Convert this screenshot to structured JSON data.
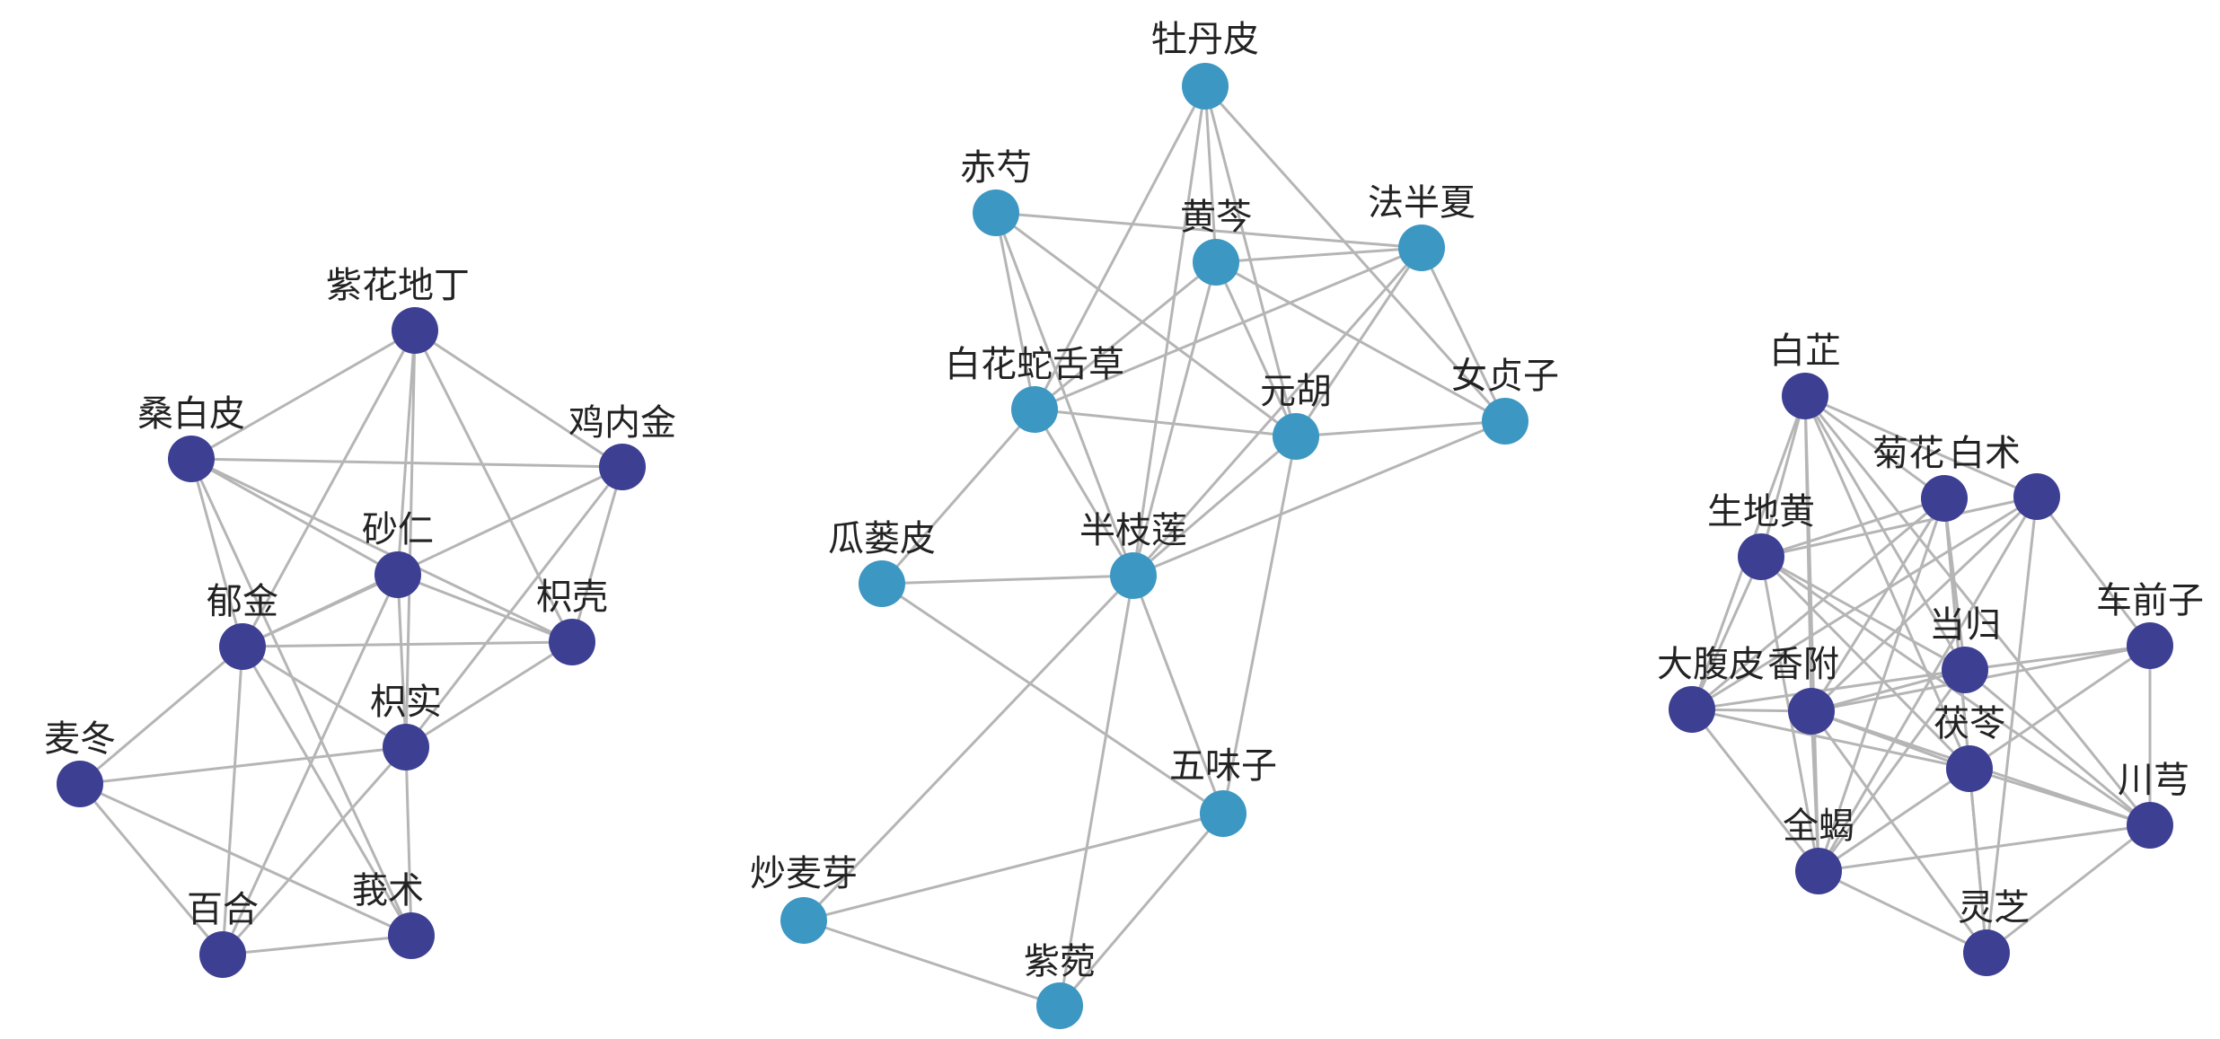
{
  "colors": {
    "cluster_dark": "#3d3f93",
    "cluster_teal": "#3c97c2",
    "edge": "#b5b5b5",
    "background": "#ffffff"
  },
  "clusters": [
    {
      "id": "left",
      "color": "#3d3f93",
      "nodes": [
        {
          "id": "紫花地丁",
          "label": "紫花地丁"
        },
        {
          "id": "桑白皮",
          "label": "桑白皮"
        },
        {
          "id": "鸡内金",
          "label": "鸡内金"
        },
        {
          "id": "砂仁",
          "label": "砂仁"
        },
        {
          "id": "郁金",
          "label": "郁金"
        },
        {
          "id": "枳壳",
          "label": "枳壳"
        },
        {
          "id": "枳实",
          "label": "枳实"
        },
        {
          "id": "麦冬",
          "label": "麦冬"
        },
        {
          "id": "百合",
          "label": "百合"
        },
        {
          "id": "莪术",
          "label": "莪术"
        }
      ],
      "edges": [
        [
          "紫花地丁",
          "桑白皮"
        ],
        [
          "紫花地丁",
          "鸡内金"
        ],
        [
          "紫花地丁",
          "砂仁"
        ],
        [
          "紫花地丁",
          "郁金"
        ],
        [
          "紫花地丁",
          "枳壳"
        ],
        [
          "紫花地丁",
          "枳实"
        ],
        [
          "桑白皮",
          "鸡内金"
        ],
        [
          "桑白皮",
          "郁金"
        ],
        [
          "桑白皮",
          "砂仁"
        ],
        [
          "桑白皮",
          "枳壳"
        ],
        [
          "桑白皮",
          "莪术"
        ],
        [
          "鸡内金",
          "郁金"
        ],
        [
          "鸡内金",
          "枳实"
        ],
        [
          "鸡内金",
          "枳壳"
        ],
        [
          "砂仁",
          "郁金"
        ],
        [
          "砂仁",
          "枳壳"
        ],
        [
          "砂仁",
          "枳实"
        ],
        [
          "砂仁",
          "百合"
        ],
        [
          "郁金",
          "枳壳"
        ],
        [
          "郁金",
          "麦冬"
        ],
        [
          "郁金",
          "百合"
        ],
        [
          "郁金",
          "莪术"
        ],
        [
          "郁金",
          "枳实"
        ],
        [
          "枳实",
          "麦冬"
        ],
        [
          "枳实",
          "百合"
        ],
        [
          "枳实",
          "莪术"
        ],
        [
          "枳壳",
          "枳实"
        ],
        [
          "麦冬",
          "百合"
        ],
        [
          "麦冬",
          "莪术"
        ],
        [
          "百合",
          "莪术"
        ]
      ]
    },
    {
      "id": "middle",
      "color": "#3c97c2",
      "nodes": [
        {
          "id": "牡丹皮",
          "label": "牡丹皮"
        },
        {
          "id": "赤芍",
          "label": "赤芍"
        },
        {
          "id": "黄芩",
          "label": "黄芩"
        },
        {
          "id": "法半夏",
          "label": "法半夏"
        },
        {
          "id": "白花蛇舌草",
          "label": "白花蛇舌草"
        },
        {
          "id": "元胡",
          "label": "元胡"
        },
        {
          "id": "女贞子",
          "label": "女贞子"
        },
        {
          "id": "瓜蒌皮",
          "label": "瓜蒌皮"
        },
        {
          "id": "半枝莲",
          "label": "半枝莲"
        },
        {
          "id": "五味子",
          "label": "五味子"
        },
        {
          "id": "炒麦芽",
          "label": "炒麦芽"
        },
        {
          "id": "紫菀",
          "label": "紫菀"
        }
      ],
      "edges": [
        [
          "牡丹皮",
          "黄芩"
        ],
        [
          "牡丹皮",
          "半枝莲"
        ],
        [
          "牡丹皮",
          "元胡"
        ],
        [
          "牡丹皮",
          "女贞子"
        ],
        [
          "牡丹皮",
          "白花蛇舌草"
        ],
        [
          "赤芍",
          "法半夏"
        ],
        [
          "赤芍",
          "白花蛇舌草"
        ],
        [
          "赤芍",
          "半枝莲"
        ],
        [
          "赤芍",
          "元胡"
        ],
        [
          "黄芩",
          "法半夏"
        ],
        [
          "黄芩",
          "半枝莲"
        ],
        [
          "黄芩",
          "元胡"
        ],
        [
          "黄芩",
          "女贞子"
        ],
        [
          "黄芩",
          "白花蛇舌草"
        ],
        [
          "法半夏",
          "白花蛇舌草"
        ],
        [
          "法半夏",
          "元胡"
        ],
        [
          "法半夏",
          "半枝莲"
        ],
        [
          "法半夏",
          "女贞子"
        ],
        [
          "白花蛇舌草",
          "元胡"
        ],
        [
          "白花蛇舌草",
          "半枝莲"
        ],
        [
          "白花蛇舌草",
          "瓜蒌皮"
        ],
        [
          "元胡",
          "女贞子"
        ],
        [
          "元胡",
          "半枝莲"
        ],
        [
          "元胡",
          "五味子"
        ],
        [
          "女贞子",
          "半枝莲"
        ],
        [
          "瓜蒌皮",
          "半枝莲"
        ],
        [
          "瓜蒌皮",
          "五味子"
        ],
        [
          "半枝莲",
          "五味子"
        ],
        [
          "半枝莲",
          "炒麦芽"
        ],
        [
          "半枝莲",
          "紫菀"
        ],
        [
          "五味子",
          "炒麦芽"
        ],
        [
          "五味子",
          "紫菀"
        ],
        [
          "炒麦芽",
          "紫菀"
        ]
      ]
    },
    {
      "id": "right",
      "color": "#3d3f93",
      "nodes": [
        {
          "id": "白芷",
          "label": "白芷"
        },
        {
          "id": "菊花",
          "label": "菊花"
        },
        {
          "id": "白术",
          "label": "白术"
        },
        {
          "id": "生地黄",
          "label": "生地黄"
        },
        {
          "id": "车前子",
          "label": "车前子"
        },
        {
          "id": "当归",
          "label": "当归"
        },
        {
          "id": "大腹皮",
          "label": "大腹皮"
        },
        {
          "id": "香附",
          "label": "香附"
        },
        {
          "id": "茯苓",
          "label": "茯苓"
        },
        {
          "id": "川芎",
          "label": "川芎"
        },
        {
          "id": "全蝎",
          "label": "全蝎"
        },
        {
          "id": "灵芝",
          "label": "灵芝"
        }
      ],
      "edges": [
        [
          "白芷",
          "菊花"
        ],
        [
          "白芷",
          "白术"
        ],
        [
          "白芷",
          "生地黄"
        ],
        [
          "白芷",
          "当归"
        ],
        [
          "白芷",
          "大腹皮"
        ],
        [
          "白芷",
          "香附"
        ],
        [
          "白芷",
          "茯苓"
        ],
        [
          "白芷",
          "川芎"
        ],
        [
          "白芷",
          "全蝎"
        ],
        [
          "菊花",
          "生地黄"
        ],
        [
          "菊花",
          "当归"
        ],
        [
          "菊花",
          "大腹皮"
        ],
        [
          "菊花",
          "香附"
        ],
        [
          "菊花",
          "全蝎"
        ],
        [
          "菊花",
          "灵芝"
        ],
        [
          "菊花",
          "茯苓"
        ],
        [
          "白术",
          "车前子"
        ],
        [
          "白术",
          "生地黄"
        ],
        [
          "白术",
          "香附"
        ],
        [
          "白术",
          "全蝎"
        ],
        [
          "白术",
          "大腹皮"
        ],
        [
          "白术",
          "灵芝"
        ],
        [
          "生地黄",
          "当归"
        ],
        [
          "生地黄",
          "大腹皮"
        ],
        [
          "生地黄",
          "茯苓"
        ],
        [
          "生地黄",
          "川芎"
        ],
        [
          "生地黄",
          "全蝎"
        ],
        [
          "车前子",
          "当归"
        ],
        [
          "车前子",
          "川芎"
        ],
        [
          "车前子",
          "香附"
        ],
        [
          "车前子",
          "茯苓"
        ],
        [
          "当归",
          "香附"
        ],
        [
          "当归",
          "大腹皮"
        ],
        [
          "当归",
          "川芎"
        ],
        [
          "当归",
          "全蝎"
        ],
        [
          "大腹皮",
          "香附"
        ],
        [
          "大腹皮",
          "全蝎"
        ],
        [
          "大腹皮",
          "茯苓"
        ],
        [
          "香附",
          "茯苓"
        ],
        [
          "香附",
          "全蝎"
        ],
        [
          "香附",
          "灵芝"
        ],
        [
          "香附",
          "川芎"
        ],
        [
          "茯苓",
          "川芎"
        ],
        [
          "茯苓",
          "全蝎"
        ],
        [
          "茯苓",
          "灵芝"
        ],
        [
          "川芎",
          "全蝎"
        ],
        [
          "川芎",
          "灵芝"
        ],
        [
          "全蝎",
          "灵芝"
        ]
      ]
    }
  ]
}
